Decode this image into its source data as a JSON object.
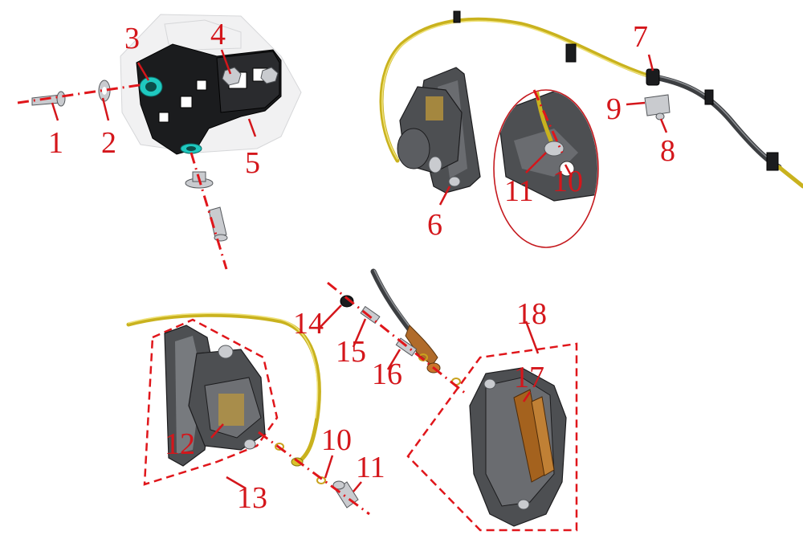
{
  "callouts": [
    "1",
    "2",
    "3",
    "4",
    "5",
    "6",
    "7",
    "8",
    "9",
    "10",
    "11",
    "10",
    "11",
    "12",
    "13",
    "14",
    "15",
    "16",
    "17",
    "18"
  ],
  "colors": {
    "callout_red": "#d4161b",
    "hose_yellow": "#c9b21e",
    "hose_dark": "#3c3e41",
    "bracket_black": "#1b1c1e",
    "bushing_teal": "#1fc9c0"
  }
}
